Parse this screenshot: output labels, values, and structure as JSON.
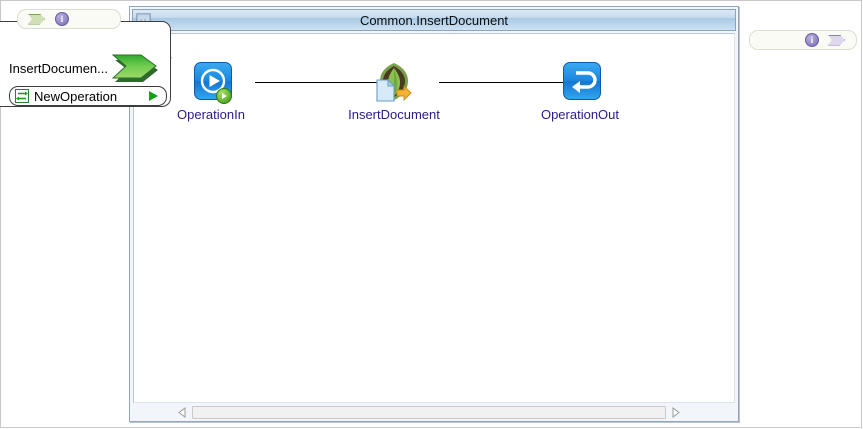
{
  "window": {
    "title": "Common.InsertDocument",
    "title_icon": "table-grid-icon"
  },
  "left_panel": {
    "toolbar": {
      "tag_icon": "green-tag-icon",
      "info_icon": "info-icon",
      "info_glyph": "i"
    },
    "entity_label": "InsertDocumen...",
    "chevron_icon": "green-chevron-icon",
    "operation": {
      "icon": "exchange-arrows-icon",
      "label": "NewOperation",
      "play_icon": "play-triangle-icon"
    }
  },
  "right_panel": {
    "info_icon": "info-icon",
    "info_glyph": "i",
    "tag_icon": "purple-tag-icon"
  },
  "canvas": {
    "collapse_icon": "collapse-triangle-icon",
    "nodes": [
      {
        "id": "operation-in",
        "label": "OperationIn",
        "icon": "play-circle-blue-icon",
        "badge": "green-run-badge"
      },
      {
        "id": "insert-document",
        "label": "InsertDocument",
        "icon": "mongodb-leaf-document-icon",
        "badge": "orange-arrow-badge"
      },
      {
        "id": "operation-out",
        "label": "OperationOut",
        "icon": "return-arrow-blue-icon",
        "badge": ""
      }
    ],
    "connectors": [
      {
        "from": "operation-in",
        "to": "insert-document"
      },
      {
        "from": "insert-document",
        "to": "operation-out"
      }
    ]
  },
  "scrollbar": {
    "left_arrow": "triangle-left-icon",
    "right_arrow": "triangle-right-icon",
    "orientation": "horizontal"
  },
  "colors": {
    "node_label": "#2a1a8a",
    "title_bar": "#a8c9e4",
    "accent_green": "#3b9410",
    "accent_blue": "#1c87e0",
    "mongo_green": "#4a6b2a"
  }
}
